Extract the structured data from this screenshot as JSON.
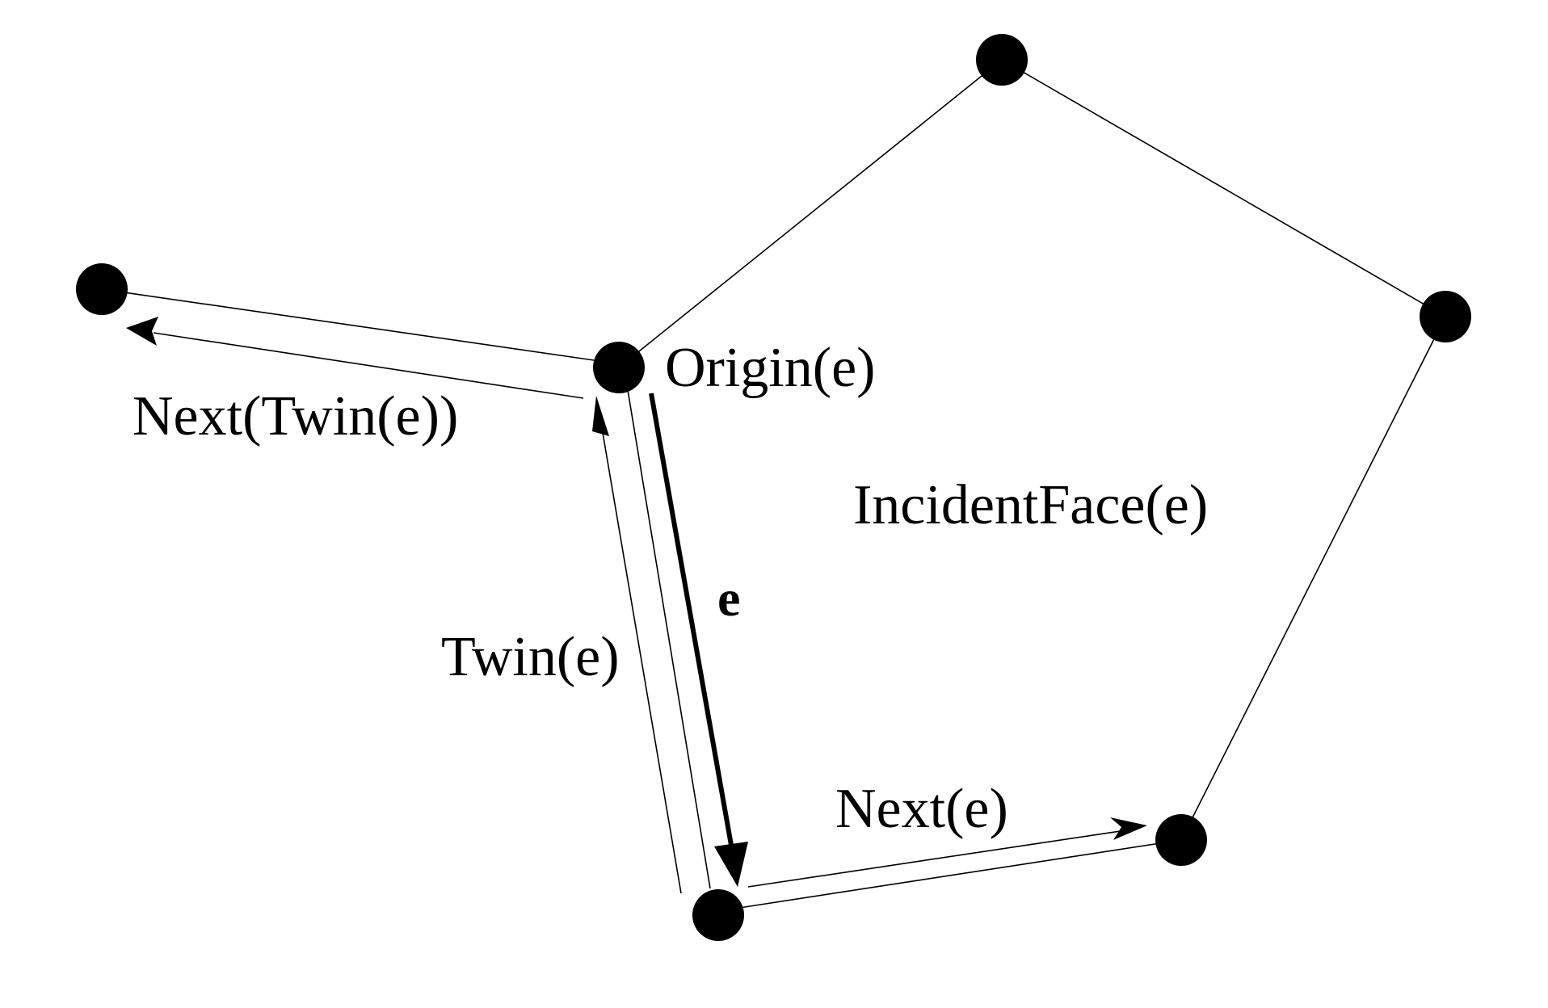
{
  "diagram": {
    "labels": {
      "origin": "Origin(e)",
      "next_twin": "Next(Twin(e))",
      "incident_face": "IncidentFace(e)",
      "edge": "e",
      "twin": "Twin(e)",
      "next": "Next(e)"
    }
  }
}
